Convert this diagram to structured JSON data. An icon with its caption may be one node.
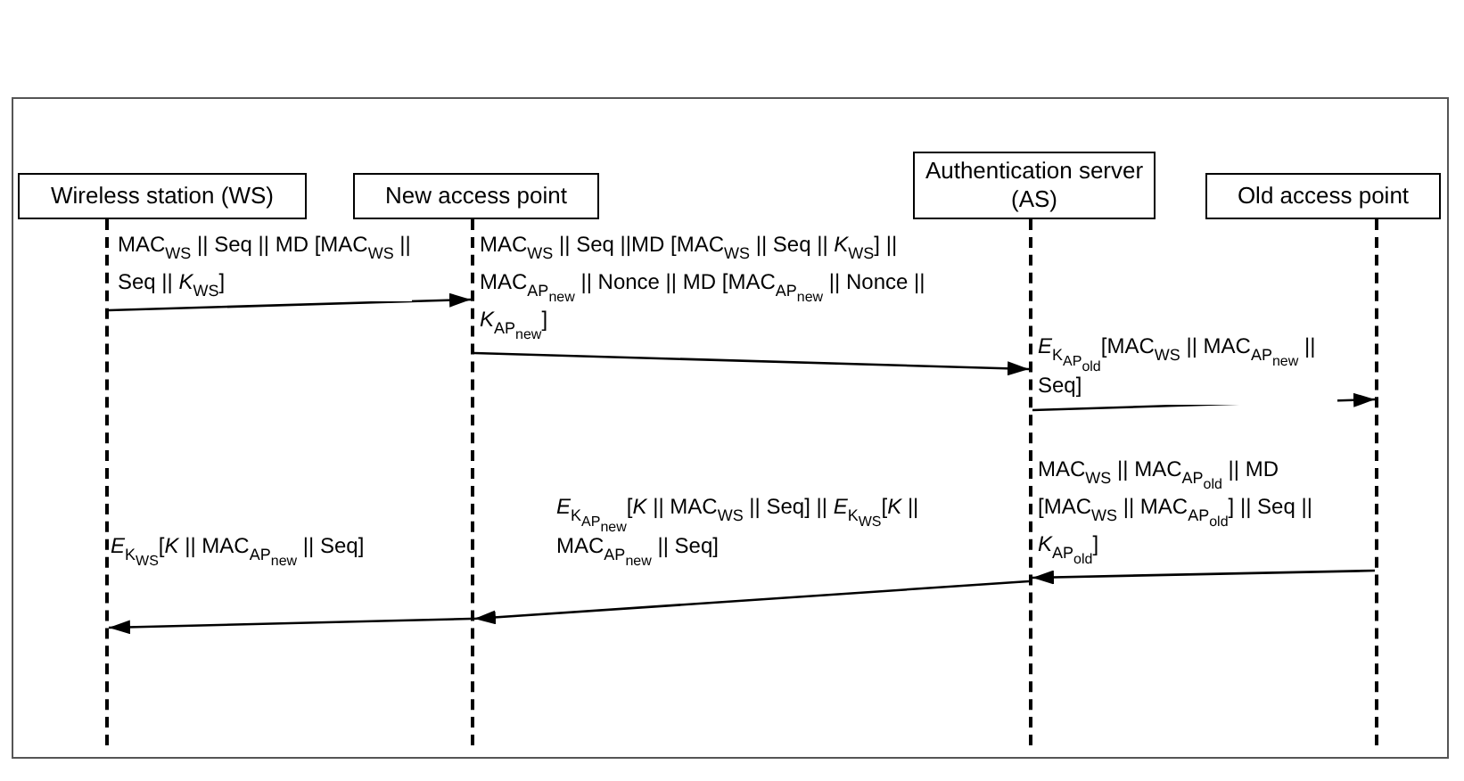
{
  "diagram": {
    "nodes": [
      {
        "text": [
          "Wireless station (WS)"
        ]
      },
      {
        "text": [
          "New access point"
        ]
      },
      {
        "text": [
          "Authentication server (AS)"
        ]
      },
      {
        "text": [
          "Old access point"
        ]
      },
      {
        "text": [],
        "shape": "bar"
      },
      {
        "text": [],
        "shape": "bar"
      },
      {
        "text": [],
        "shape": "bar"
      },
      {
        "text": [],
        "shape": "bar"
      }
    ],
    "edges": [
      {
        "from": 4,
        "to": 5,
        "arrow": "to",
        "label": "MAC$_{WS}$ || Seq || MD [MAC$_{WS}$ || Seq || *K*$_{WS}$]"
      },
      {
        "from": 5,
        "to": 6,
        "arrow": "to",
        "label": "MAC$_{WS}$ || Seq ||MD [MAC$_{WS}$ || Seq || *K*$_{WS}$] || MAC$_{AP}$$_{new}$ || Nonce || MD [MAC$_{AP}$$_{new}$ || Nonce || *K*$_{AP}$$_{new}$]"
      },
      {
        "from": 6,
        "to": 7,
        "arrow": "to",
        "label": "*E*$_{K}$$_{AP}$$_{old}$[MAC$_{WS}$ || MAC$_{AP}$$_{new}$ || Seq]"
      },
      {
        "from": 7,
        "to": 6,
        "arrow": "to",
        "label": "MAC$_{WS}$ || MAC$_{AP}$$_{old}$ || MD [MAC$_{WS}$ || MAC$_{AP}$$_{old}$] || Seq || *K*$_{AP}$$_{old}$]"
      },
      {
        "from": 6,
        "to": 5,
        "arrow": "to",
        "label": "*E*$_{K}$$_{AP}$$_{new}$[*K* || MAC$_{WS}$ || Seq] || *E*$_{K}$$_{WS}$[*K* || MAC$_{AP}$$_{new}$ || Seq]"
      },
      {
        "from": 5,
        "to": 4,
        "arrow": "to",
        "label": "*E*$_{K}$$_{WS}$[*K* || MAC$_{AP}$$_{new}$ || Seq]"
      }
    ]
  }
}
